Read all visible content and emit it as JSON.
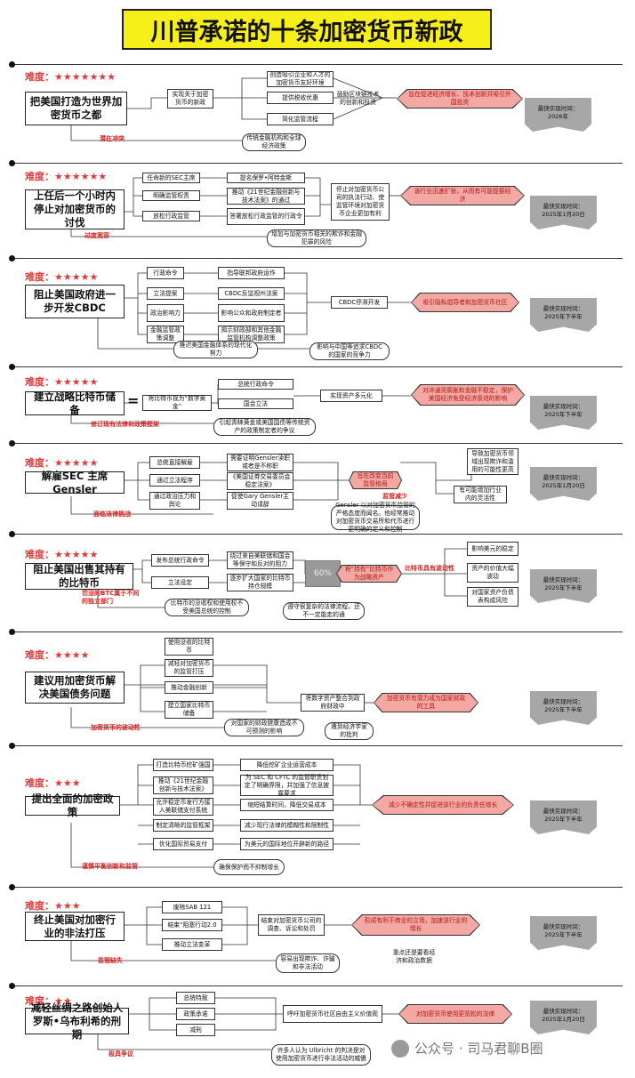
{
  "title": "川普承诺的十条加密货币新政",
  "sections": [
    {
      "rating": "难度：★★★★★★★",
      "main": "把美国打造为世界加密货币之都",
      "boxes": [
        "实现关于加密货币的新政",
        "创造吸引企业和人才的加密货币友好环境",
        "提供税收优惠",
        "简化监管流程",
        "鼓励区块链技术的创新和投资"
      ],
      "goal": "旨在促进经济增长、技术创新并吸引外国投资",
      "note": "潜在冲突",
      "note_box": "传统金融机构和全球经济政策",
      "flag": "最快实现时间：2026年"
    },
    {
      "rating": "难度：★★★★★★",
      "main": "上任后一个小时内停止对加密货币的讨伐",
      "boxes": [
        "任命新的SEC主席",
        "提名保罗•阿特金斯",
        "明确监管权责",
        "推动《21世纪金融创新与技术法案》的通过",
        "放松行政监管",
        "答署放松行政监管的行政令",
        "停止对加密货币公司的执法行动、使监管环境对加密货币企业更加有利"
      ],
      "goal": "该行业迅速扩张，从而有可能提振经济",
      "note": "过度宽容",
      "note_box": "增加与加密货币相关的欺诈和金融犯罪的风险",
      "flag": "最快实现时间：2025年1月20日"
    },
    {
      "rating": "难度：★★★★★",
      "main": "阻止美国政府进一步开发CBDC",
      "boxes": [
        "行政命令",
        "指导联邦政府运作",
        "立法提案",
        "CBDC反监视州法案",
        "政治影响力",
        "影响公众和政府制定者",
        "金融监管政策调整",
        "揭示财政部和其他金融监管机构调整政策",
        "推迟美国金融体系的现代化努力",
        "影响与中国等追求CBDC的国家的竞争力",
        "CBDC停滞开发"
      ],
      "goal": "吸引隐私倡导者和加密货币社区",
      "flag": "最快实现时间：2025年下半年"
    },
    {
      "rating": "难度：★★★★★",
      "main": "建立战略比特币储备",
      "equals": "=",
      "boxes": [
        "将比特币视为“数字黄金”",
        "总统行政命令",
        "国会立法",
        "实现资产多元化",
        "引起青睐黄金或美国国债等传统资产的政策制定者的争议"
      ],
      "goal": "对冲通货膨胀和金融不稳定，保护美国经济免受经济衰退的影响",
      "note": "修订现有法律和政策框架",
      "flag": "最快实现时间：2025年下半年"
    },
    {
      "rating": "难度：★★★★★",
      "main": "解雇SEC 主席Gensler",
      "boxes": [
        "总统直接解雇",
        "需要证明Gensler渎职或者是不称职",
        "通过立法程序",
        "《美国证券交易委员会稳定法案》",
        "通过政治压力和舆论",
        "促使Gary Gensler主动请辞",
        "Gensler 以对加密货币监管的严格态度而闻名。他经常推动对加密货币交易所和代币进行更明确的定义和控制",
        "导致加密货币领域出现欺诈和滥用的可能性更高",
        "有可能增加行业内的灵活性"
      ],
      "goal": "旨在改变当前监管格局",
      "goal_note": "监管减少",
      "note": "面临法律挑战",
      "flag": "最快实现时间：2025年1月20日"
    },
    {
      "rating": "难度：★★★★★",
      "main": "阻止美国出售其持有的比特币",
      "boxes": [
        "发布总统行政命令",
        "绕过来自美联储和国会等保守和反对的阻力",
        "立法设定",
        "逐步扩大国家的比特币持仓规模",
        "比特币的没收权和使用权不受美国总统的控制",
        "遵守很复杂的法律流程，还不一定能走的通",
        "影响美元的稳定",
        "资产的价值大幅波动",
        "对国家资产负债表构成风险"
      ],
      "mark": "60%",
      "goal": "将“持有”比特币作为战略资产",
      "goal_note": "比特币具有波动性",
      "note": "罚没的BTC属于不同的独立部门",
      "flag": "最快实现时间：2025年下半年"
    },
    {
      "rating": "难度：★★★★",
      "main": "建议用加密货币解决美国债务问题",
      "boxes": [
        "使用没收的比特币",
        "减轻对加密货币的监管打压",
        "推动金融创新",
        "建立国家比特币储备",
        "将数字资产整合到政府财政中",
        "对国家的财政健康造成不可预测的影响",
        "遭到经济学家的批判"
      ],
      "goal": "加密货币有潜力成为国家财政的工具",
      "note": "加密货币的波动性",
      "flag": "最快实现时间：2025年下半年"
    },
    {
      "rating": "难度：★★★",
      "main": "提出全面的加密政策",
      "boxes": [
        "打造比特币挖矿强国",
        "降低挖矿企业运营成本",
        "推动《21世纪金融创新与技术法案》",
        "为 SEC 和 CFTC 的监管职责划定了明确界限，并加强了信息披露要求",
        "允许稳定币发行方接入美联储支付系统",
        "缩短结算时间，降低交易成本",
        "制定清晰的监管框架",
        "减少现行法律的模糊性和限制性",
        "优化国际贸易支付",
        "为美元的国际地位开辟新的路径",
        "确保保护而不抑制增长"
      ],
      "goal": "减少不确定性并促进该行业的负责任增长",
      "note": "谨慎平衡创新和监管",
      "flag": "最快实现时间：2025年下半年"
    },
    {
      "rating": "难度：★★★",
      "main": "终止美国对加密行业的非法打压",
      "boxes": [
        "废除SAB 121",
        "结束“阻塞行动2.0",
        "推动立法变革",
        "结束对加密货币公司的调查、诉讼和处罚",
        "重点还是要看经济和政治数据",
        "容易出现欺诈、诈骗和非法活动"
      ],
      "goal": "形成有利于商业的立场，加速该行业的增长",
      "note": "监管缺失",
      "flag": "最快实现时间：2025年下半年"
    },
    {
      "rating": "难度：★★",
      "main": "减轻丝绸之路创始人罗斯•乌布利希的刑期",
      "boxes": [
        "总统特赦",
        "政策承诺",
        "减刑",
        "呼吁加密货币社区自由主义价值观",
        "许多人认为 Ulbricht 的判决是对使用加密货币进行非法活动的威慑"
      ],
      "goal": "对加密货币使用更宽松的法律",
      "note": "极具争议",
      "flag": "最快实现时间：2025年1月20日"
    }
  ],
  "watermark": "公众号 · 司马君聊B圈",
  "colors": {
    "title_bg": "#f7ef1a",
    "hexagon": "#f3a8a3",
    "accent_red": "#e23a3a",
    "flag_gray": "#a7a7a7"
  }
}
